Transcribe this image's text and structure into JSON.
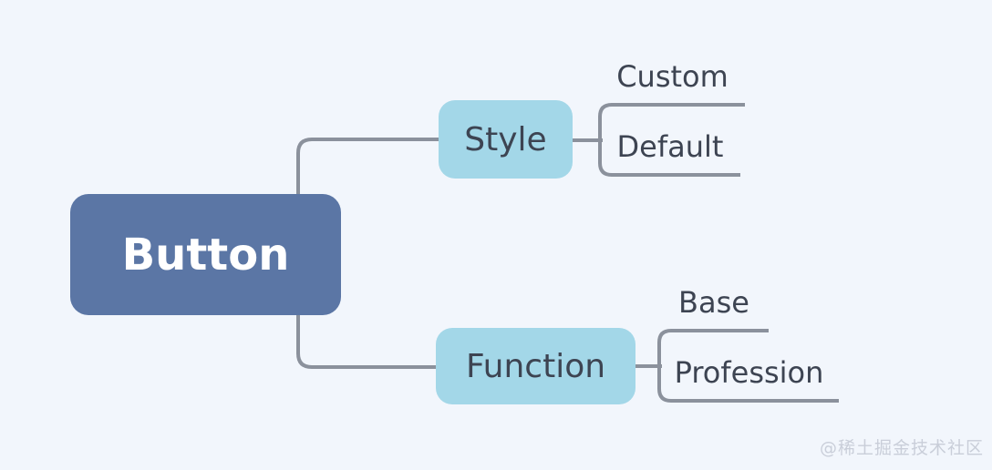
{
  "mindmap": {
    "root": {
      "label": "Button"
    },
    "branches": [
      {
        "label": "Style",
        "children": [
          {
            "label": "Custom"
          },
          {
            "label": "Default"
          }
        ]
      },
      {
        "label": "Function",
        "children": [
          {
            "label": "Base"
          },
          {
            "label": "Profession"
          }
        ]
      }
    ]
  },
  "watermark": "@稀土掘金技术社区",
  "colors": {
    "background": "#f2f6fc",
    "root_node_fill": "#5b76a5",
    "root_node_text": "#ffffff",
    "branch_node_fill": "#a3d7e8",
    "node_text": "#3d4452",
    "connector_line": "#8b919c",
    "watermark_text": "#c9ced9"
  }
}
